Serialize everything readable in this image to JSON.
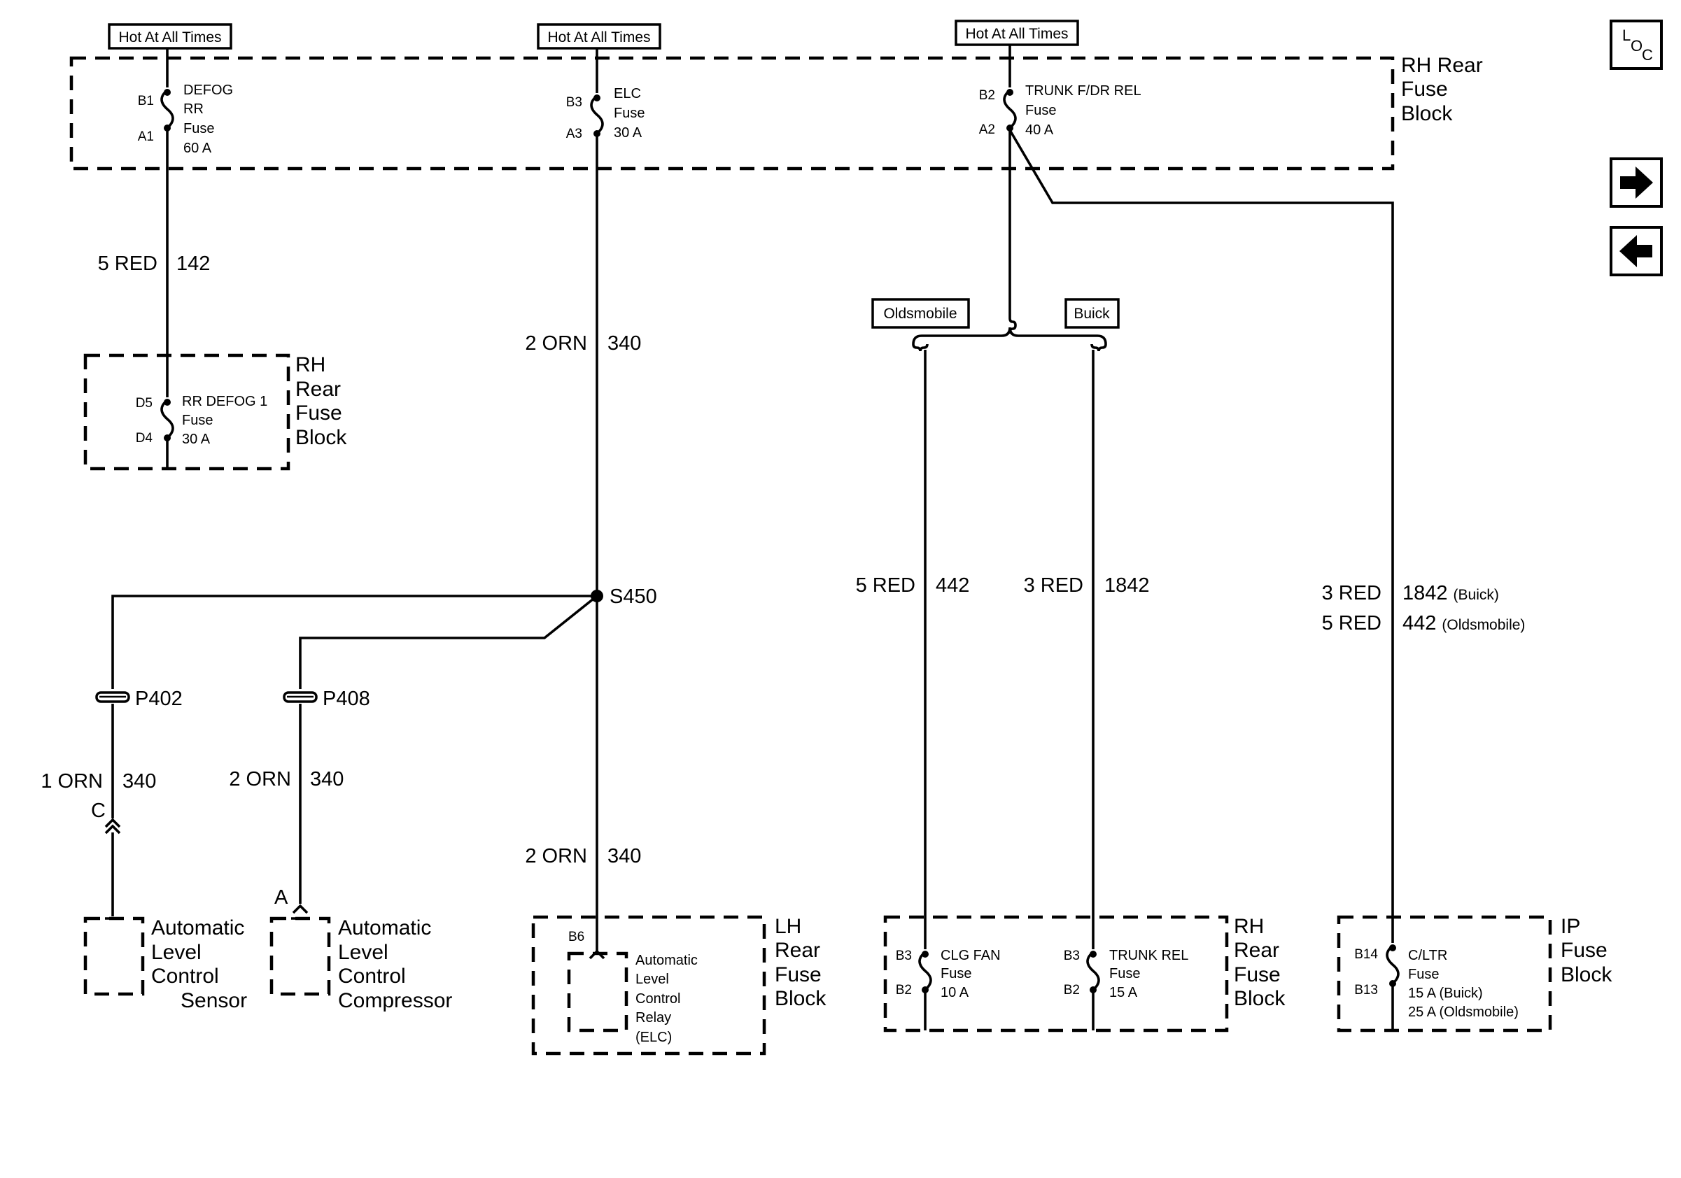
{
  "hot_labels": [
    "Hot At All Times",
    "Hot At All Times",
    "Hot At All Times"
  ],
  "rh_rear_fuse_block_top": [
    "RH Rear",
    "Fuse",
    "Block"
  ],
  "fuses": {
    "defog_rr": {
      "pin_top": "B1",
      "pin_bottom": "A1",
      "lines": [
        "DEFOG",
        "RR",
        "Fuse",
        "60 A"
      ]
    },
    "elc": {
      "pin_top": "B3",
      "pin_bottom": "A3",
      "lines": [
        "ELC",
        "Fuse",
        "30 A"
      ]
    },
    "trunk_fdr_rel": {
      "pin_top": "B2",
      "pin_bottom": "A2",
      "lines": [
        "TRUNK F/DR REL",
        "Fuse",
        "40 A"
      ]
    },
    "rr_defog_1": {
      "pin_top": "D5",
      "pin_bottom": "D4",
      "lines": [
        "RR DEFOG 1",
        "Fuse",
        "30 A"
      ]
    },
    "clg_fan": {
      "pin_top": "B3",
      "pin_bottom": "B2",
      "lines": [
        "CLG FAN",
        "Fuse",
        "10 A"
      ]
    },
    "trunk_rel": {
      "pin_top": "B3",
      "pin_bottom": "B2",
      "lines": [
        "TRUNK REL",
        "Fuse",
        "15 A"
      ]
    },
    "c_ltr": {
      "pin_top": "B14",
      "pin_bottom": "B13",
      "lines": [
        "C/LTR",
        "Fuse",
        "15 A (Buick)",
        "25 A (Oldsmobile)"
      ]
    }
  },
  "wire_labels": {
    "w142": {
      "gauge": "5 RED",
      "circuit": "142"
    },
    "w340_top": {
      "gauge": "2 ORN",
      "circuit": "340"
    },
    "w340_bottom": {
      "gauge": "2 ORN",
      "circuit": "340"
    },
    "w340_sensor": {
      "gauge": "1 ORN",
      "circuit": "340"
    },
    "w340_compressor": {
      "gauge": "2 ORN",
      "circuit": "340"
    },
    "w442": {
      "gauge": "5 RED",
      "circuit": "442"
    },
    "w1842": {
      "gauge": "3 RED",
      "circuit": "1842"
    },
    "ip_feed": [
      {
        "gauge": "3 RED",
        "circuit": "1842",
        "note": "(Buick)"
      },
      {
        "gauge": "5 RED",
        "circuit": "442",
        "note": "(Oldsmobile)"
      }
    ]
  },
  "rh_rear_fuse_block_left": [
    "RH",
    "Rear",
    "Fuse",
    "Block"
  ],
  "rh_rear_fuse_block_right": [
    "RH",
    "Rear",
    "Fuse",
    "Block"
  ],
  "lh_rear_fuse_block": [
    "LH",
    "Rear",
    "Fuse",
    "Block"
  ],
  "ip_fuse_block": [
    "IP",
    "Fuse",
    "Block"
  ],
  "splice": "S450",
  "connectors": {
    "p402": "P402",
    "p408": "P408",
    "pin_c": "C",
    "pin_a": "A",
    "pin_b6": "B6"
  },
  "components": {
    "sensor": [
      "Automatic",
      "Level",
      "Control",
      "Sensor"
    ],
    "compressor": [
      "Automatic",
      "Level",
      "Control",
      "Compressor"
    ],
    "relay": [
      "Automatic",
      "Level",
      "Control",
      "Relay",
      "(ELC)"
    ]
  },
  "options": {
    "oldsmobile": "Oldsmobile",
    "buick": "Buick"
  },
  "nav": {
    "loc_l": "L",
    "loc_o": "O",
    "loc_c": "C",
    "next_icon": "arrow-right-icon",
    "prev_icon": "arrow-left-icon"
  }
}
